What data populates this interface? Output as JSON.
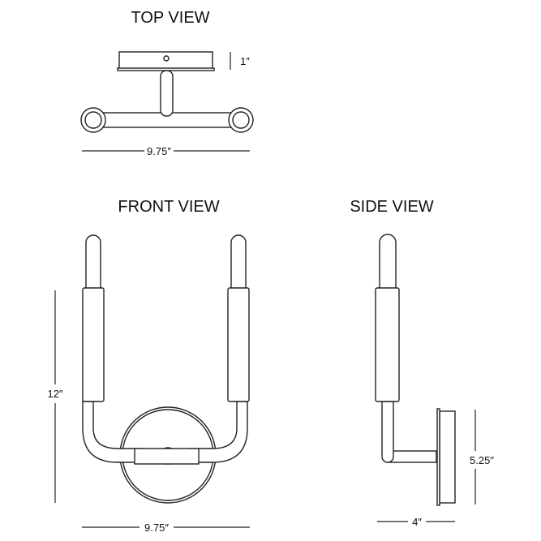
{
  "views": {
    "top": {
      "title": "TOP VIEW",
      "height_label": "1″",
      "width_label": "9.75″"
    },
    "front": {
      "title": "FRONT VIEW",
      "height_label": "12″",
      "width_label": "9.75″"
    },
    "side": {
      "title": "SIDE VIEW",
      "backplate_label": "5.25″",
      "depth_label": "4″"
    }
  },
  "colors": {
    "line": "#222222",
    "background": "#ffffff"
  }
}
